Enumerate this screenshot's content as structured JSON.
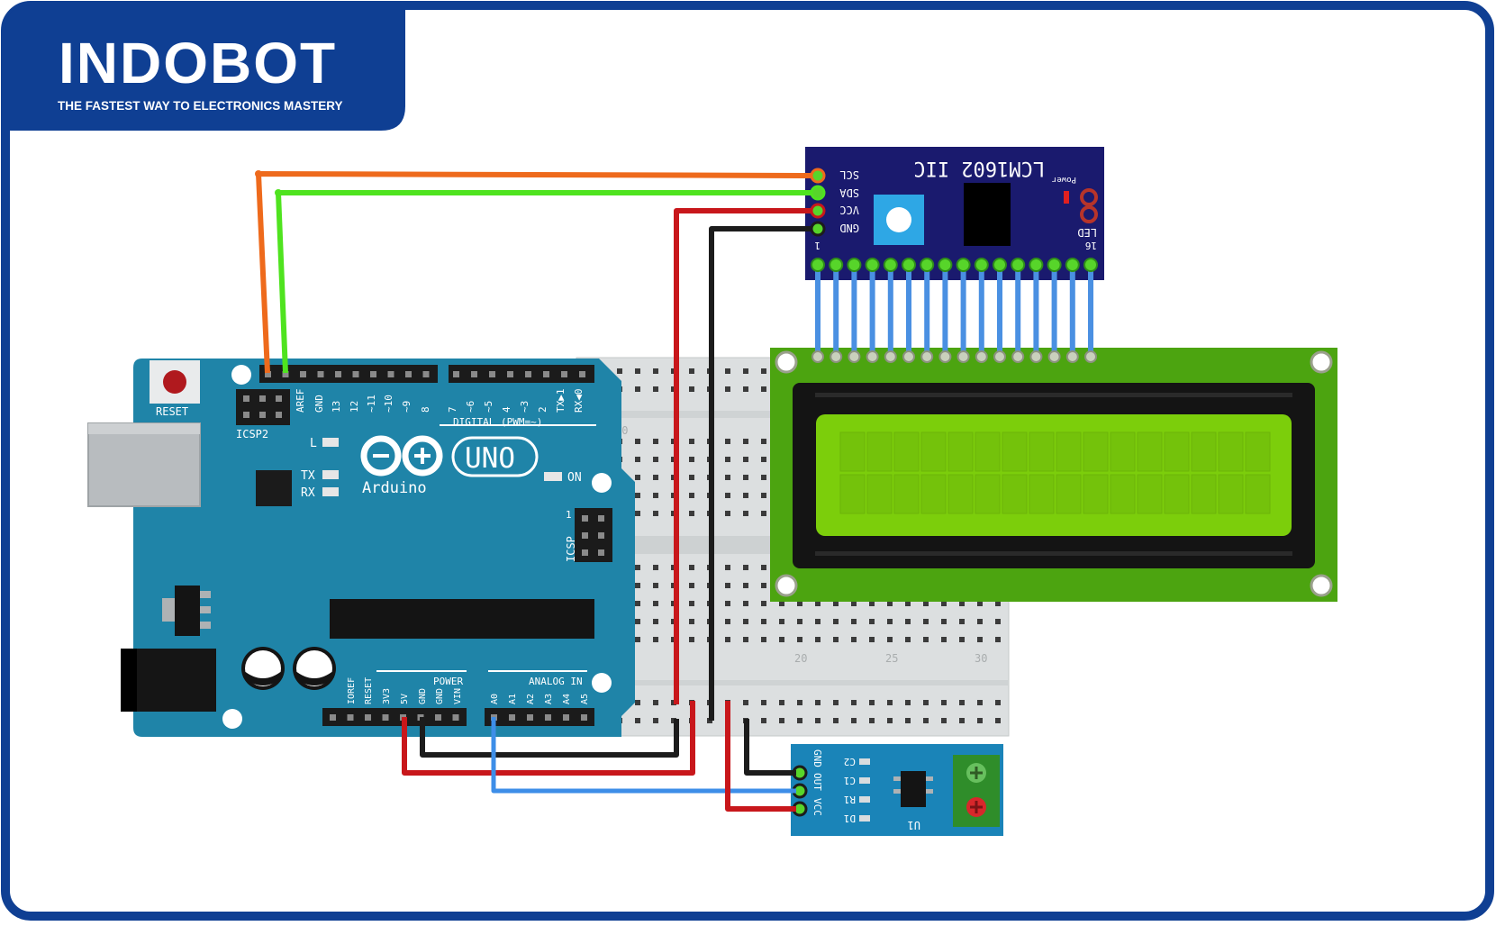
{
  "brand": {
    "logo_text": "INDOBOT",
    "tagline": "THE FASTEST WAY TO ELECTRONICS MASTERY",
    "color": "#0f3f93"
  },
  "arduino": {
    "board_label": "UNO",
    "brand_label": "Arduino",
    "reset_label": "RESET",
    "icsp2_label": "ICSP2",
    "icsp_label": "ICSP",
    "icsp_pin1": "1",
    "led_l": "L",
    "led_tx": "TX",
    "led_rx": "RX",
    "led_on": "ON",
    "digital_header": "DIGITAL (PWM=~)",
    "digital_pins": [
      "AREF",
      "GND",
      "13",
      "12",
      "~11",
      "~10",
      "~9",
      "8",
      "7",
      "~6",
      "~5",
      "4",
      "~3",
      "2",
      "TX▶1",
      "RX◀0"
    ],
    "power_header": "POWER",
    "power_pins": [
      "IOREF",
      "RESET",
      "3V3",
      "5V",
      "GND",
      "GND",
      "VIN"
    ],
    "analog_header": "ANALOG IN",
    "analog_pins": [
      "A0",
      "A1",
      "A2",
      "A3",
      "A4",
      "A5"
    ],
    "color": "#1f84a8"
  },
  "breadboard": {
    "col_labels": [
      "10",
      "20",
      "25",
      "30"
    ]
  },
  "i2c_module": {
    "title": "LCM1602 IIC",
    "pins": [
      "SCL",
      "SDA",
      "VCC",
      "GND"
    ],
    "power_label": "Power",
    "led_label": "LED",
    "pin_first": "1",
    "pin_last": "16"
  },
  "sensor": {
    "pins": [
      "GND",
      "OUT",
      "VCC"
    ],
    "components": [
      "C2",
      "C1",
      "R1",
      "D1"
    ],
    "ic_label": "U1"
  },
  "wires": {
    "scl_color": "#ee6a1c",
    "sda_color": "#4fe31f",
    "vcc_color": "#c8171b",
    "gnd_color": "#1c1c1c",
    "signal_color": "#3d8ee8",
    "lcd_pin_color": "#4a90e2"
  }
}
